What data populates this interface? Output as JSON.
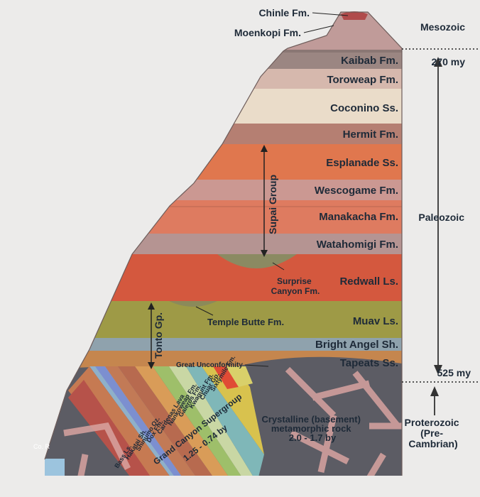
{
  "formations": {
    "chinle": "Chinle Fm.",
    "moenkopi": "Moenkopi Fm.",
    "kaibab": "Kaibab Fm.",
    "toroweap": "Toroweap Fm.",
    "coconino": "Coconino Ss.",
    "hermit": "Hermit Fm.",
    "esplanade": "Esplanade Ss.",
    "wescogame": "Wescogame Fm.",
    "manakacha": "Manakacha Fm.",
    "watahomigi": "Watahomigi Fm.",
    "surprise_canyon": "Surprise Canyon Fm.",
    "redwall": "Redwall Ls.",
    "temple_butte": "Temple Butte Fm.",
    "muav": "Muav Ls.",
    "bright_angel": "Bright Angel Sh.",
    "tapeats": "Tapeats Ss."
  },
  "groups": {
    "supai": "Supai Group",
    "tonto": "Tonto Gp.",
    "great_unconformity": "Great Unconformity"
  },
  "eras": {
    "mesozoic": "Mesozoic",
    "paleozoic": "Paleozoic",
    "proterozoic": "Proterozoic (Pre-Cambrian)"
  },
  "ages": {
    "upper": "270 my",
    "lower": "525 my"
  },
  "precambrian": {
    "tilted_units": [
      "Bass Ls.",
      "Hakatai Sh.",
      "Shinumo Qz.",
      "Dox Fm.",
      "Cardenas Lava",
      "Nankoweap Fm.",
      "Galeros Fm.",
      "Kwagunt Fm.",
      "Chuar Gp.",
      "Sixtymile Fm."
    ],
    "supergroup": "Grand Canyon Supergroup",
    "supergroup_age": "1.25 - 0.74 by",
    "basement": "Crystalline (basement) metamorphic rock",
    "basement_age": "2.0 - 1.7 by"
  },
  "river": "Co. R",
  "colors": {
    "chinle": "#b04b4b",
    "moenkopi": "#b8999a",
    "kaibab": "#9b8682",
    "toroweap": "#d6b8ad",
    "coconino": "#eadcc9",
    "hermit": "#b57f72",
    "esplanade": "#e0774e",
    "wescogame": "#cb9892",
    "manakacha": "#de7b60",
    "watahomigi": "#b59492",
    "redwall": "#d4583e",
    "muav": "#9e9a46",
    "bright_angel": "#8fa2ad",
    "tapeats": "#c5864e",
    "basement": "#5c5c64",
    "veins": "#d8a3a0"
  }
}
